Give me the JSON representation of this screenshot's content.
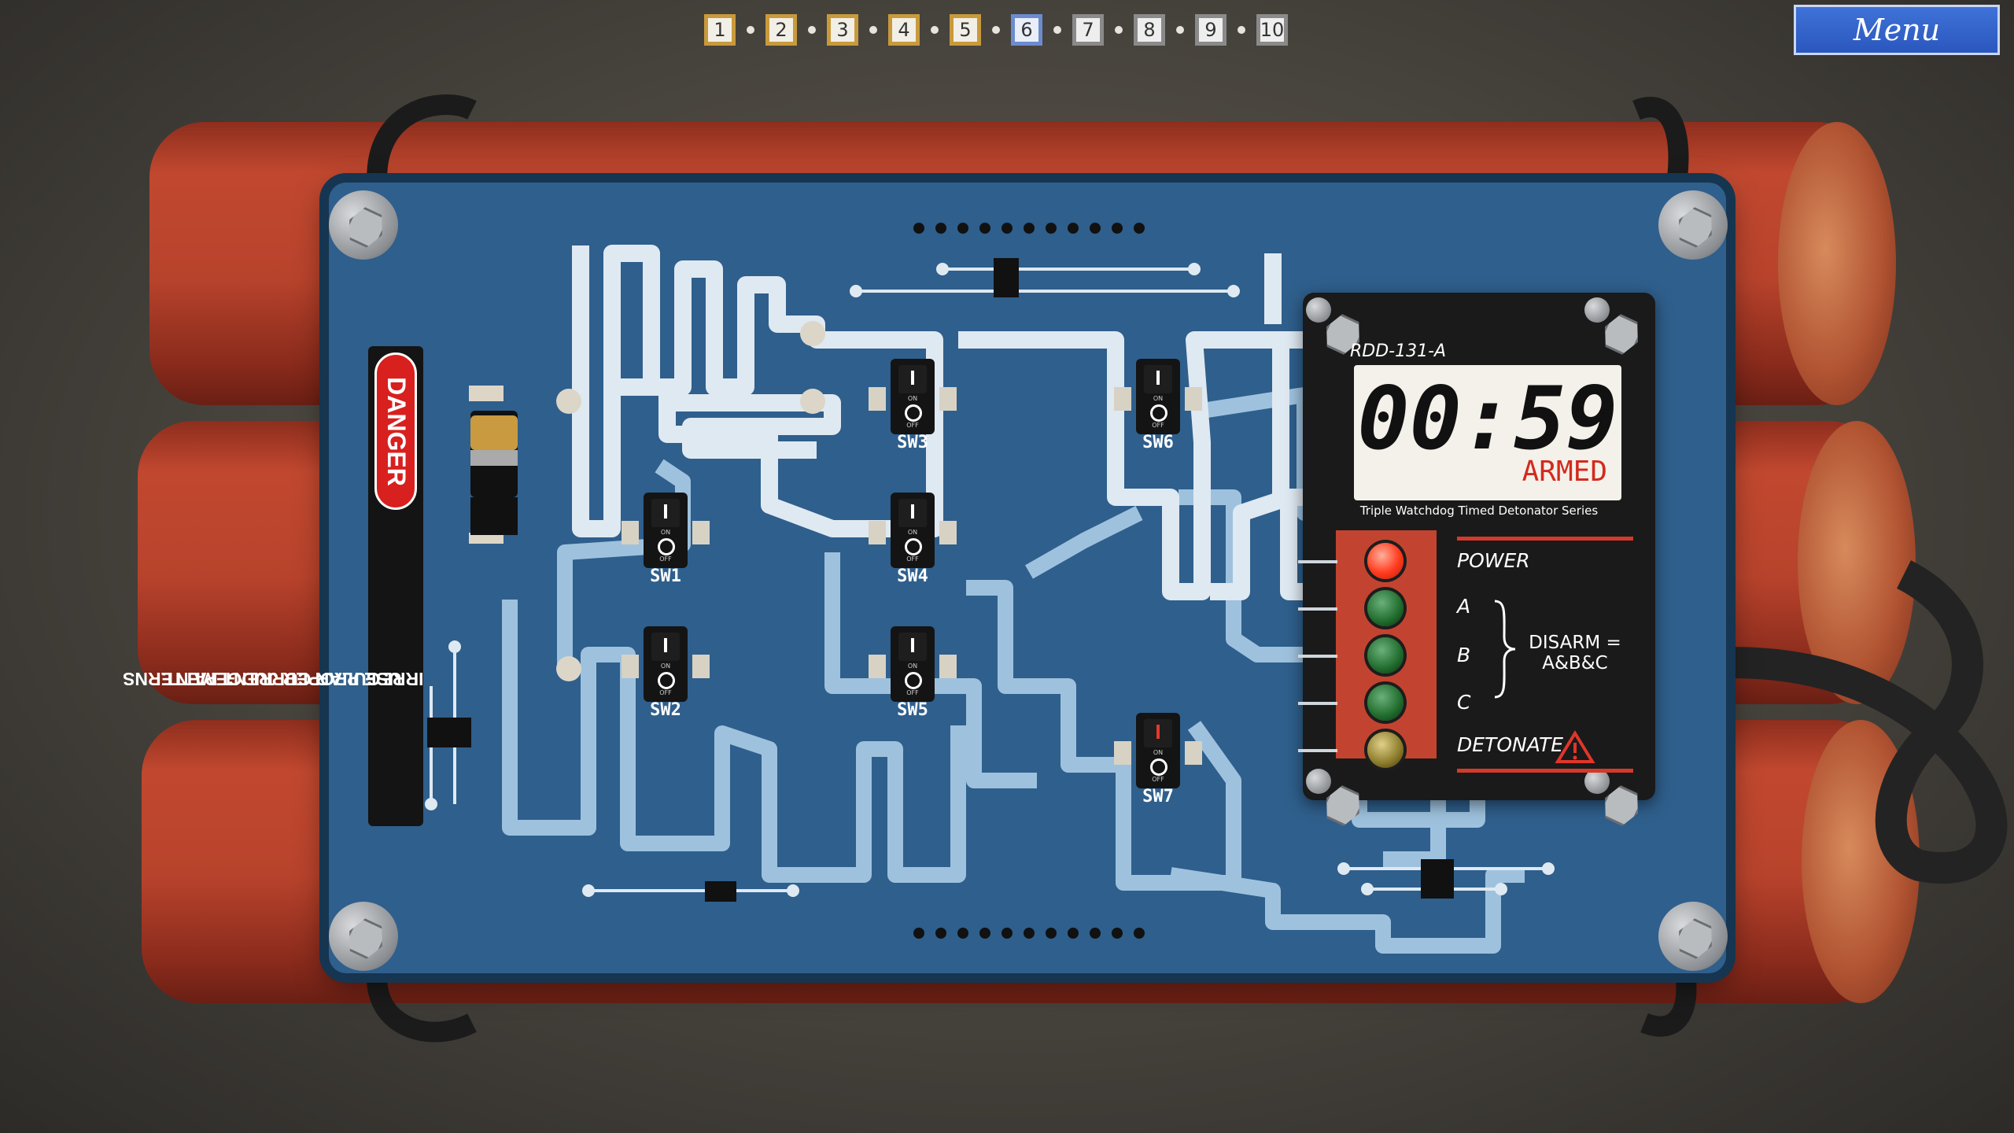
{
  "levels": {
    "items": [
      "1",
      "2",
      "3",
      "4",
      "5",
      "6",
      "7",
      "8",
      "9",
      "10"
    ],
    "current": "6",
    "completed": [
      "1",
      "2",
      "3",
      "4",
      "5"
    ],
    "colors": {
      "completed": "#c89a3c",
      "current": "#6c8ccf",
      "locked": "#8a8a8a"
    }
  },
  "menu": {
    "label": "Menu"
  },
  "danger_label": {
    "title": "DANGER",
    "line1": "IRREGULAR CURRENT PATTERNS",
    "line2": "USE PROPER JUDGEMENT."
  },
  "switches": [
    {
      "label": "SW1",
      "state": "off"
    },
    {
      "label": "SW2",
      "state": "off"
    },
    {
      "label": "SW3",
      "state": "off"
    },
    {
      "label": "SW4",
      "state": "off"
    },
    {
      "label": "SW5",
      "state": "off"
    },
    {
      "label": "SW6",
      "state": "off"
    },
    {
      "label": "SW7",
      "state": "on"
    }
  ],
  "switch_text": {
    "on": "ON",
    "off": "OFF"
  },
  "detonator": {
    "model": "RDD-131-A",
    "timer": "00:59",
    "status": "ARMED",
    "series": "Triple Watchdog Timed Detonator Series",
    "indicators": [
      {
        "label": "POWER",
        "color": "#ff3b1f",
        "lit": true
      },
      {
        "label": "A",
        "color": "#1f6b2c",
        "lit": false
      },
      {
        "label": "B",
        "color": "#1f6b2c",
        "lit": false
      },
      {
        "label": "C",
        "color": "#1f6b2c",
        "lit": false
      },
      {
        "label": "DETONATE",
        "color": "#8a7a2a",
        "lit": false
      }
    ],
    "disarm_line1": "DISARM =",
    "disarm_line2": "A&B&C"
  }
}
